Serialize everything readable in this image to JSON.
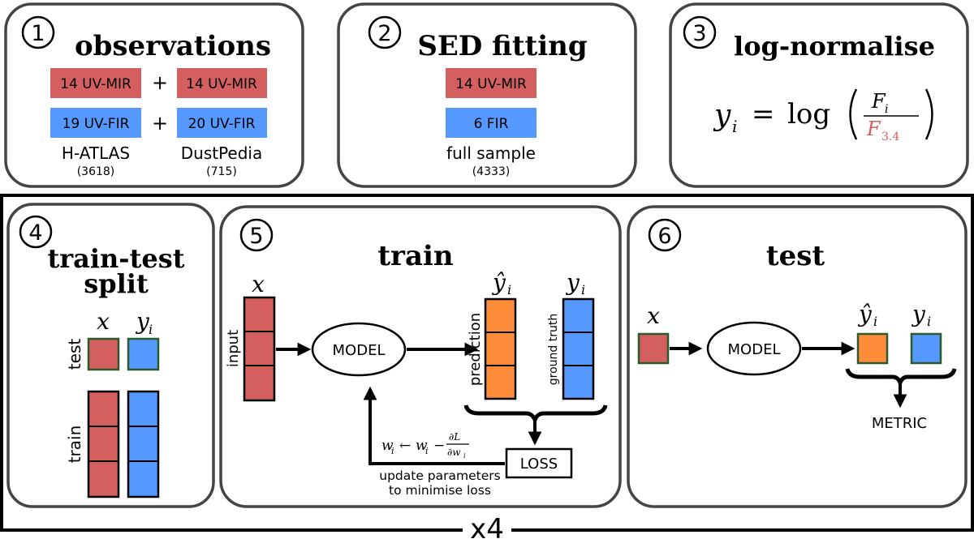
{
  "colors": {
    "red": "#d35f5f",
    "blue": "#5599ff",
    "orange": "#ff8c3a",
    "panel_stroke": "#444444",
    "cell_border_green": "#2d5a2d",
    "fraction_red": "#d35f5f"
  },
  "outer": {
    "repeat_label": "x4"
  },
  "panel1": {
    "num": "1",
    "title": "observations",
    "hatlas": {
      "mir": "14 UV-MIR",
      "fir": "19 UV-FIR",
      "name": "H-ATLAS",
      "count": "(3618)"
    },
    "dustpedia": {
      "mir": "14 UV-MIR",
      "fir": "20 UV-FIR",
      "name": "DustPedia",
      "count": "(715)"
    },
    "plus": "+"
  },
  "panel2": {
    "num": "2",
    "title": "SED fitting",
    "mir": "14 UV-MIR",
    "fir": "6 FIR",
    "caption": "full sample",
    "count": "(4333)"
  },
  "panel3": {
    "num": "3",
    "title": "log-normalise",
    "formula": {
      "lhs": "y",
      "sub": "i",
      "eq": "=",
      "log": "log",
      "num": "F",
      "num_sub": "i",
      "den": "F",
      "den_sub": "3.4"
    }
  },
  "panel4": {
    "num": "4",
    "title_line1": "train-test",
    "title_line2": "split",
    "x_label": "x",
    "y_label": "y",
    "y_sub": "i",
    "test_label": "test",
    "train_label": "train"
  },
  "panel5": {
    "num": "5",
    "title": "train",
    "x_label": "x",
    "input_label": "input",
    "model_label": "MODEL",
    "yhat_label": "ŷ",
    "y_label": "y",
    "sub": "i",
    "prediction_label": "prediction",
    "truth_label": "ground truth",
    "loss_label": "LOSS",
    "update_w": "w",
    "update_arrow": "←",
    "update_minus": "−",
    "update_partial_num": "∂L",
    "update_partial_den": "∂w",
    "update_line1": "update parameters",
    "update_line2": "to minimise loss"
  },
  "panel6": {
    "num": "6",
    "title": "test",
    "x_label": "x",
    "model_label": "MODEL",
    "yhat_label": "ŷ",
    "y_label": "y",
    "sub": "i",
    "metric_label": "METRIC"
  }
}
